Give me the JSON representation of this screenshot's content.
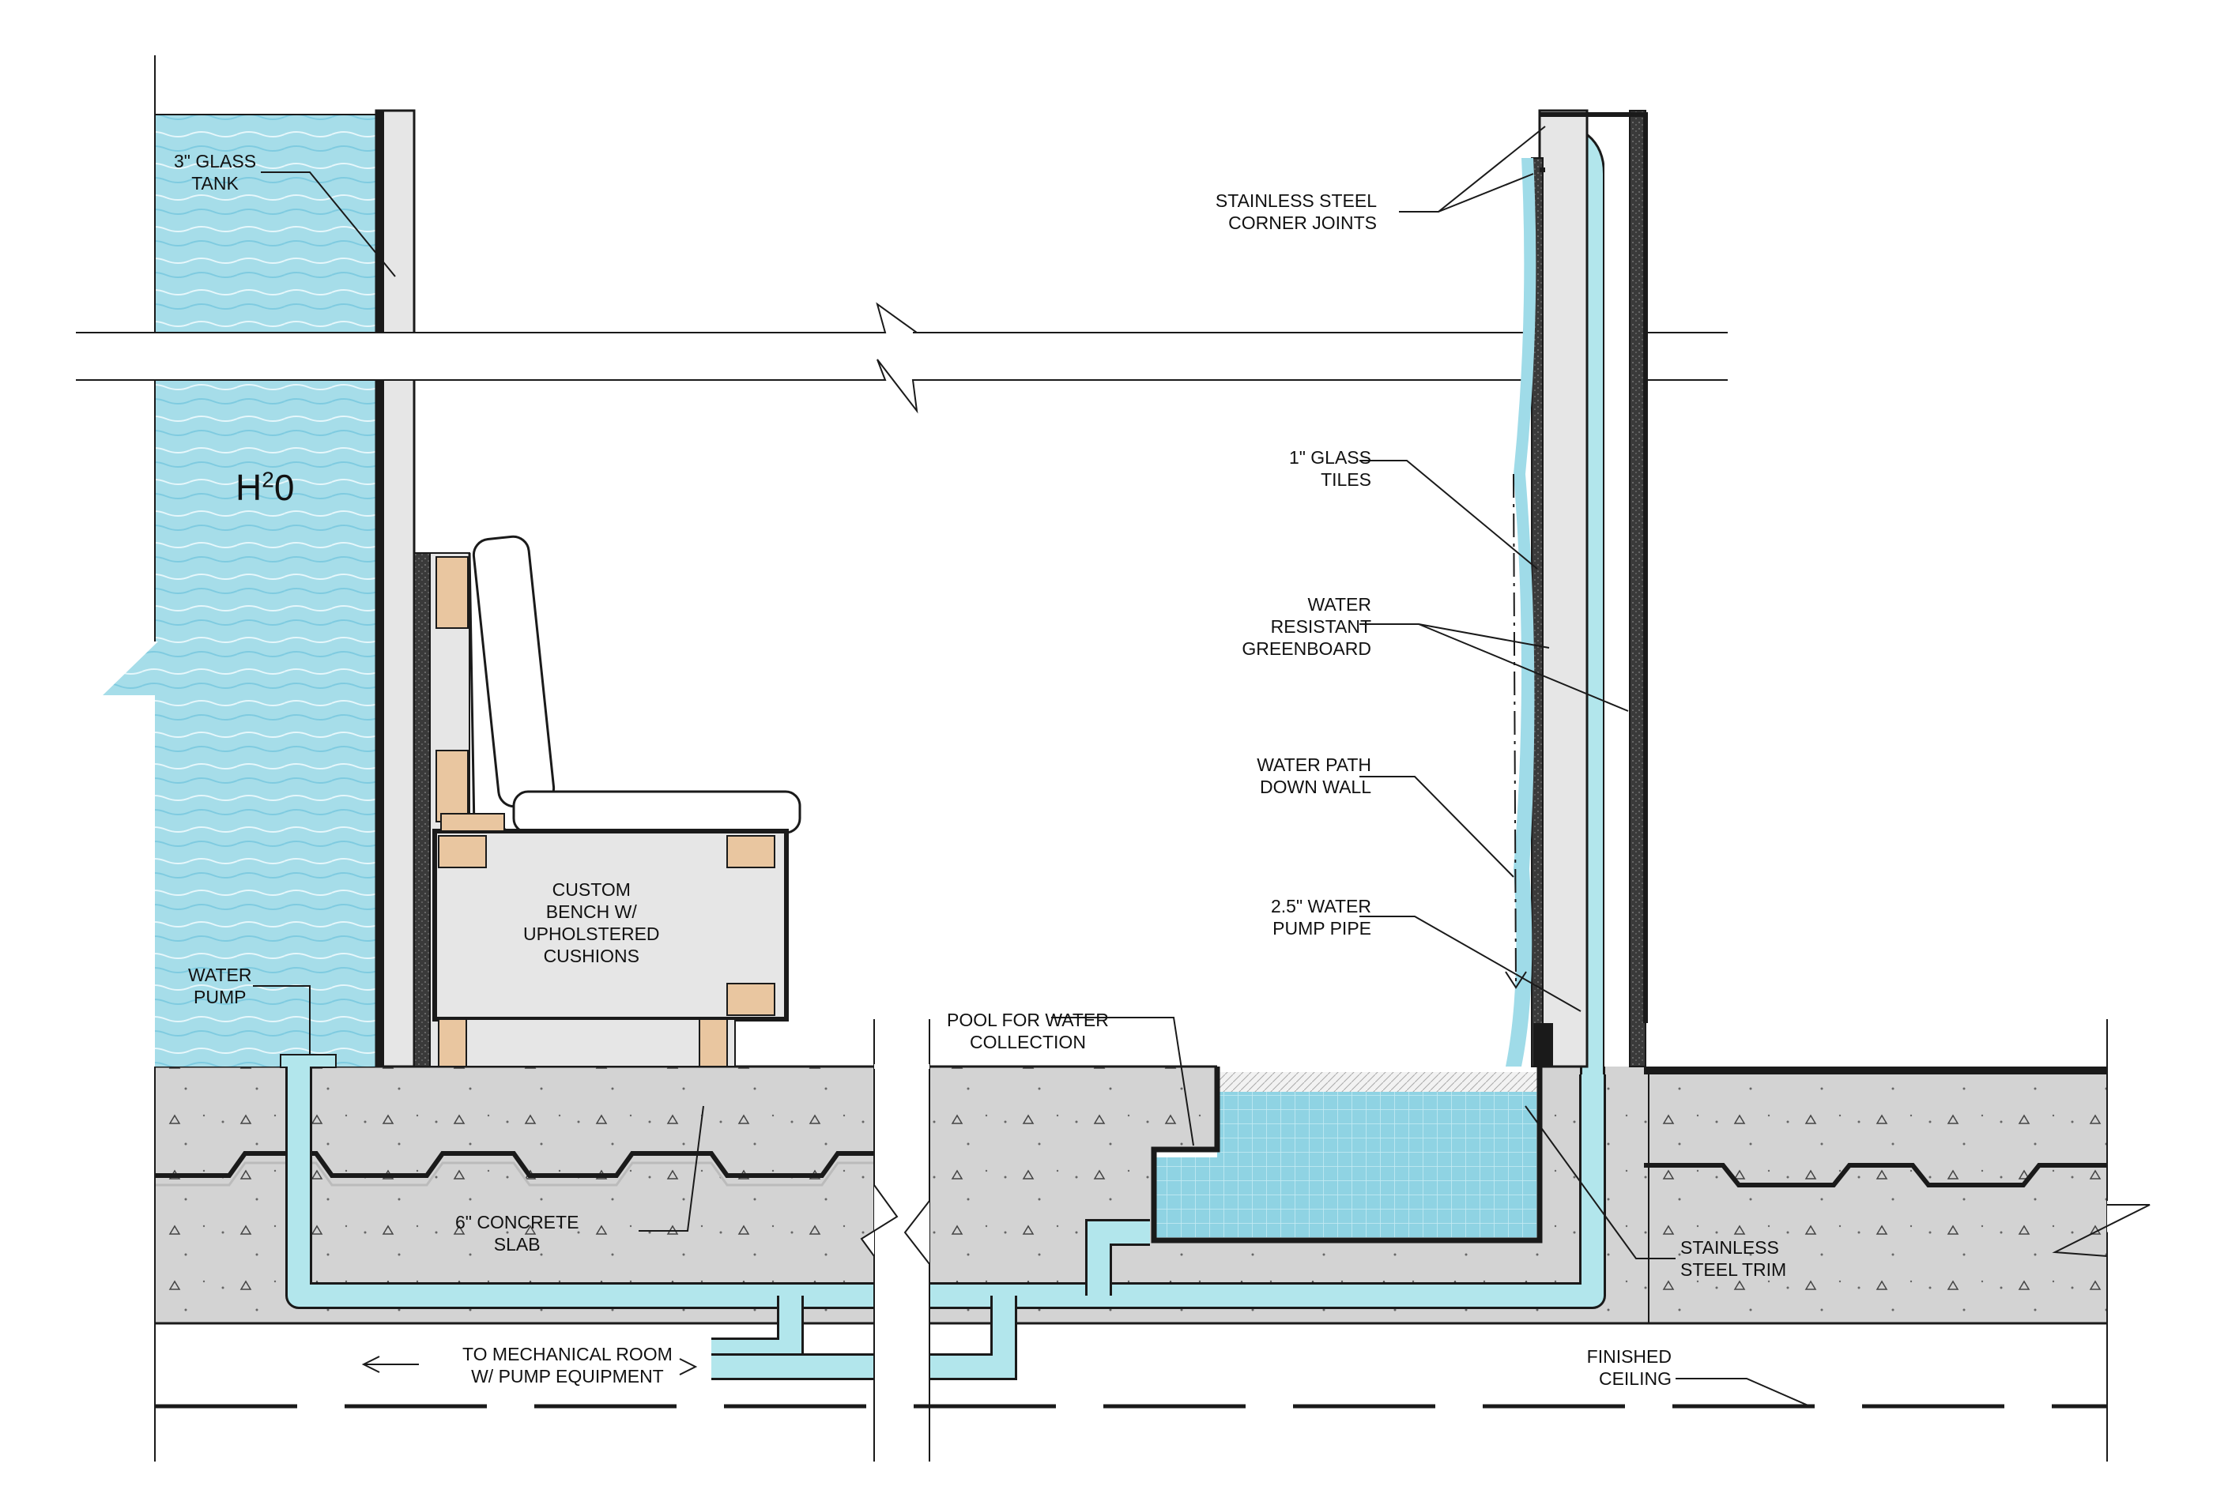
{
  "labels": {
    "glass_tank": [
      "3\" GLASS",
      "TANK"
    ],
    "h2o_main": "H",
    "h2o_sup": "2",
    "h2o_end": "0",
    "water_pump": [
      "WATER",
      "PUMP"
    ],
    "bench": [
      "CUSTOM",
      "BENCH W/",
      "UPHOLSTERED",
      "CUSHIONS"
    ],
    "concrete_slab": [
      "6\" CONCRETE",
      "SLAB"
    ],
    "to_mech": [
      "TO MECHANICAL ROOM",
      "W/ PUMP EQUIPMENT"
    ],
    "pool": [
      "POOL FOR WATER",
      "COLLECTION"
    ],
    "stainless_corner": [
      "STAINLESS STEEL",
      "CORNER JOINTS"
    ],
    "glass_tiles": [
      "1\" GLASS",
      "TILES"
    ],
    "greenboard": [
      "WATER",
      "RESISTANT",
      "GREENBOARD"
    ],
    "water_path": [
      "WATER PATH",
      "DOWN WALL"
    ],
    "pump_pipe": [
      "2.5\" WATER",
      "PUMP PIPE"
    ],
    "stainless_trim": [
      "STAINLESS",
      "STEEL TRIM"
    ],
    "finished_ceiling": [
      "FINISHED",
      "CEILING"
    ]
  },
  "colors": {
    "water": "#9fdbe8",
    "water_dark": "#6cc4d9",
    "pipe": "#b2e6ec",
    "concrete": "#d2d2d2",
    "bench_fill": "#e6e6e6",
    "wood": "#e9c6a0",
    "line": "#1a1a1a"
  }
}
